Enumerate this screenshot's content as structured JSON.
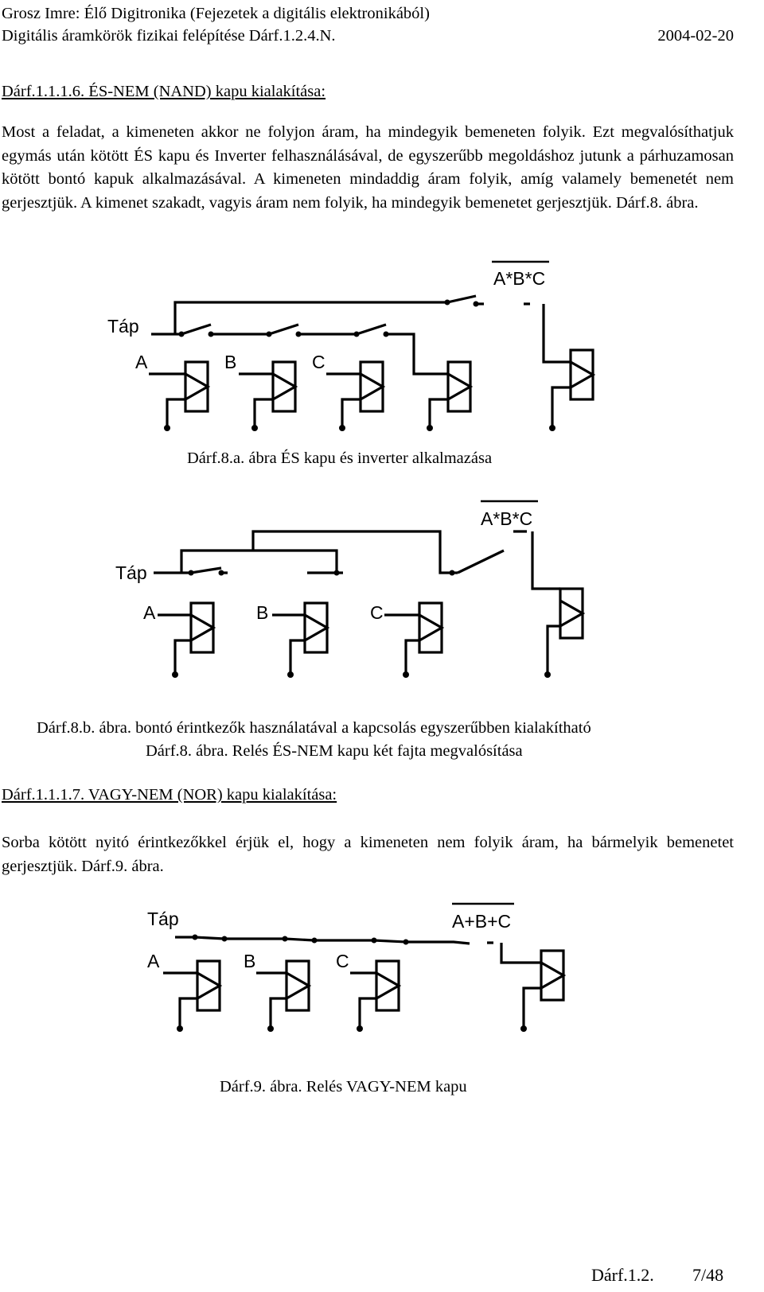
{
  "header": {
    "title": "Grosz Imre: Élő Digitronika (Fejezetek a digitális elektronikából)",
    "subtitle": "Digitális áramkörök fizikai felépítése Dárf.1.2.4.N.",
    "date": "2004-02-20"
  },
  "section_nand": {
    "heading": "Dárf.1.1.1.6. ÉS-NEM (NAND) kapu kialakítása:",
    "paragraph": "Most a feladat, a kimeneten akkor ne folyjon áram, ha mindegyik bemeneten folyik. Ezt megvalósíthatjuk egymás után kötött ÉS kapu és Inverter felhasználásával, de egyszerűbb megoldáshoz jutunk a párhuzamosan kötött bontó kapuk alkalmazásával. A kimeneten mindaddig áram folyik, amíg valamely bemenetét nem gerjesztjük. A kimenet szakadt, vagyis áram nem folyik, ha mindegyik bemenetet gerjesztjük. Dárf.8. ábra."
  },
  "fig8a": {
    "supply_label": "Táp",
    "output_label": "A*B*C",
    "input_labels": [
      "A",
      "B",
      "C"
    ],
    "caption": "Dárf.8.a. ábra ÉS kapu és inverter alkalmazása"
  },
  "fig8b": {
    "supply_label": "Táp",
    "output_label": "A*B*C",
    "input_labels": [
      "A",
      "B",
      "C"
    ],
    "caption": "Dárf.8.b. ábra. bontó érintkezők használatával a kapcsolás egyszerűbben kialakítható",
    "caption2": "Dárf.8. ábra. Relés ÉS-NEM kapu két fajta megvalósítása"
  },
  "section_nor": {
    "heading": "Dárf.1.1.1.7. VAGY-NEM (NOR) kapu kialakítása:",
    "paragraph": "Sorba kötött nyitó érintkezőkkel érjük el, hogy a kimeneten nem folyik áram, ha bármelyik bemenetet gerjesztjük. Dárf.9. ábra."
  },
  "fig9": {
    "supply_label": "Táp",
    "output_label": "A+B+C",
    "input_labels": [
      "A",
      "B",
      "C"
    ],
    "caption": "Dárf.9. ábra. Relés VAGY-NEM kapu"
  },
  "footer": {
    "section": "Dárf.1.2.",
    "page": "7/48"
  }
}
